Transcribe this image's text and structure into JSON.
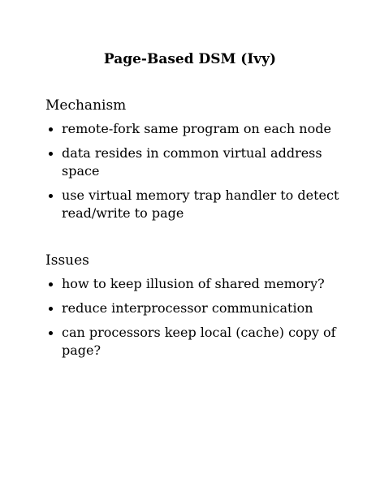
{
  "title": "Page-Based DSM (Ivy)",
  "sections": [
    {
      "heading": "Mechanism",
      "items": [
        "remote-fork same program on each node",
        "data resides in common virtual address space",
        "use virtual memory trap handler to detect read/write to page"
      ]
    },
    {
      "heading": "Issues",
      "items": [
        "how to keep illusion of shared memory?",
        "reduce interprocessor communication",
        "can processors keep local (cache) copy of page?"
      ]
    }
  ]
}
